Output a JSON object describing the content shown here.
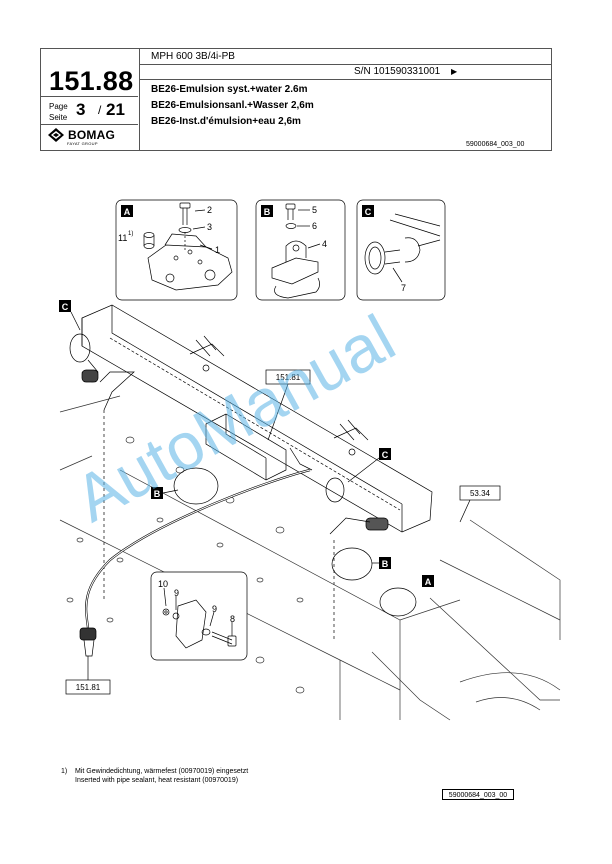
{
  "header": {
    "doc_number": "151.88",
    "page_label_1": "Page",
    "page_label_2": "Seite",
    "page_number": "3",
    "page_separator": "/",
    "page_total": "21",
    "brand": "BOMAG",
    "brand_sub": "FAYAT GROUP",
    "model": "MPH 600 3B/4i-PB",
    "serial": "S/N 101590331001",
    "title_en": "BE26-Emulsion syst.+water 2.6m",
    "title_de": "BE26-Emulsionsanl.+Wasser 2,6m",
    "title_fr": "BE26-Inst.d'émulsion+eau 2,6m",
    "doc_ref": "59000684_003_00"
  },
  "callouts": {
    "detail_a": "A",
    "detail_b": "B",
    "detail_c": "C",
    "ref_151_81": "151.81",
    "ref_53_34": "53.34",
    "p1": "1",
    "p2": "2",
    "p3": "3",
    "p4": "4",
    "p5": "5",
    "p6": "6",
    "p7": "7",
    "p8": "8",
    "p9": "9",
    "p10": "10",
    "p11": "11",
    "p11_sup": "1)"
  },
  "watermark": "AutoManual",
  "footnote": {
    "marker": "1)",
    "line_de": "Mit Gewindedichtung, wärmefest (00970019) eingesetzt",
    "line_en": "Inserted with pipe sealant, heat resistant (00970019)"
  },
  "bottom_ref": "59000684_003_00"
}
